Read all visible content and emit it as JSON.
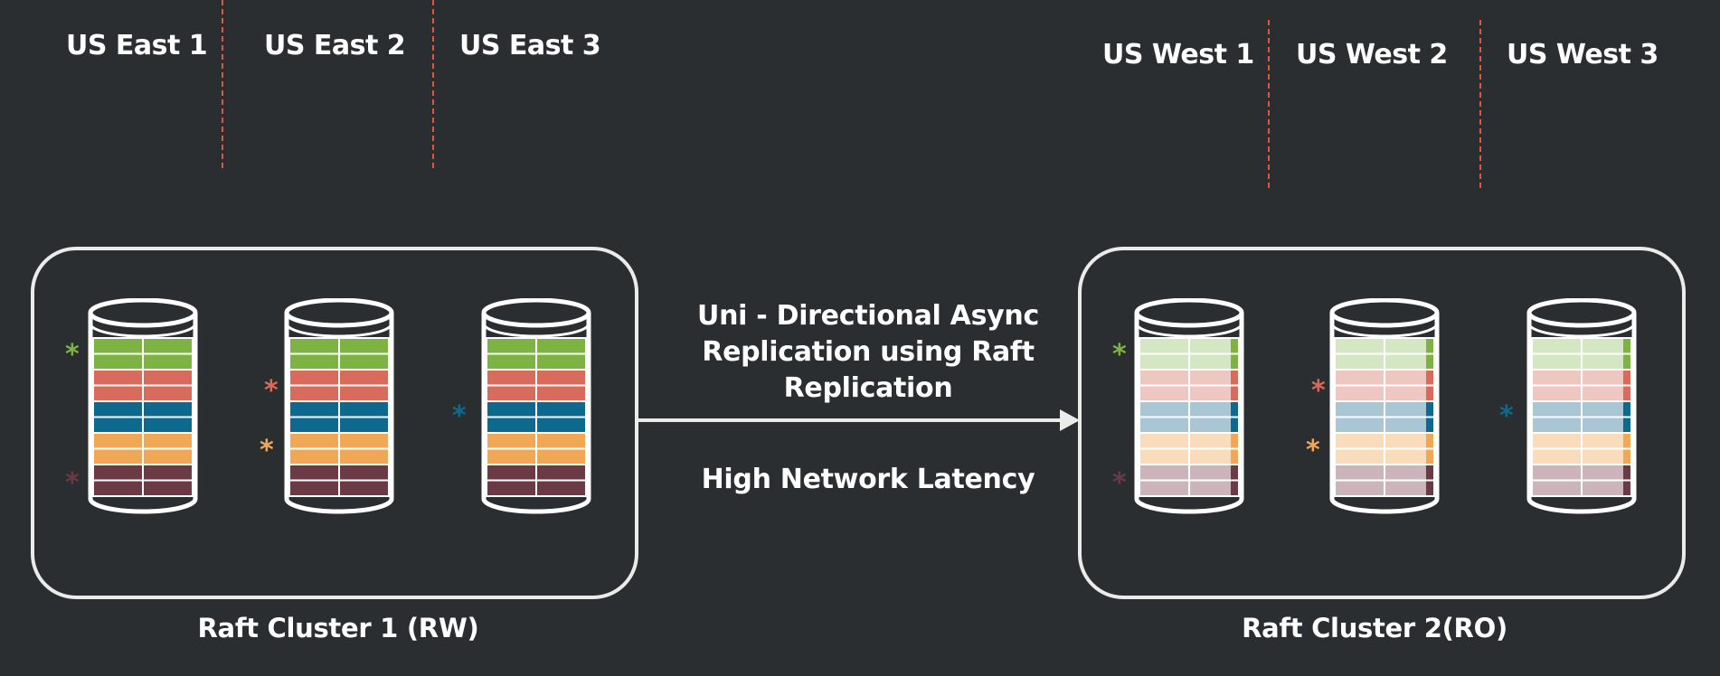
{
  "regions": {
    "east": [
      "US East 1",
      "US East 2",
      "US East 3"
    ],
    "west": [
      "US West 1",
      "US West 2",
      "US West 3"
    ]
  },
  "clusters": {
    "rw_label": "Raft Cluster 1 (RW)",
    "ro_label": "Raft Cluster 2(RO)"
  },
  "replication": {
    "line1": "Uni - Directional Async",
    "line2": "Replication using Raft",
    "line3": "Replication",
    "latency": "High Network Latency"
  },
  "colors": {
    "background": "#2a2e30",
    "green": "#7cb342",
    "red": "#d96b5c",
    "blue": "#0d6a8e",
    "orange": "#f0a857",
    "maroon": "#6b3a45",
    "divider": "#e0573f",
    "outline": "#e9ece8"
  }
}
